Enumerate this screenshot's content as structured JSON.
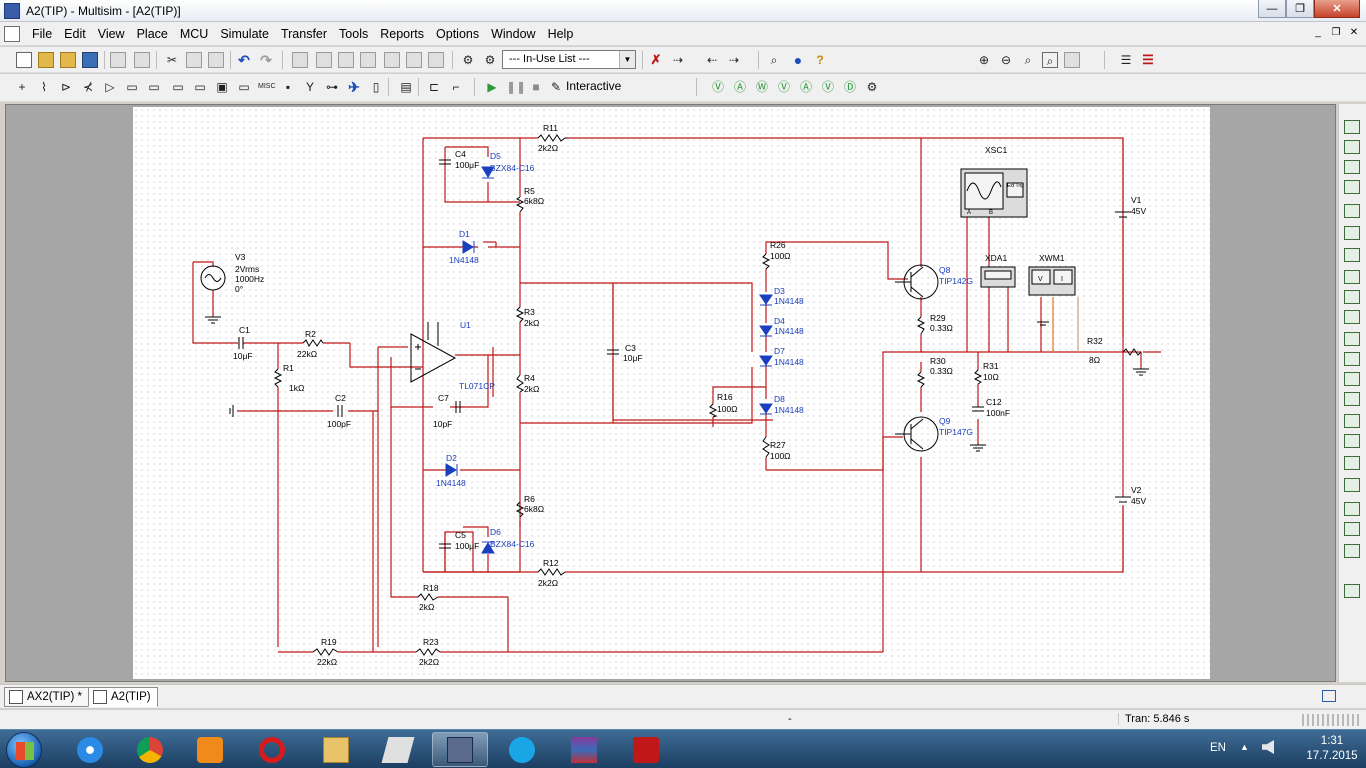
{
  "window": {
    "title": "A2(TIP) - Multisim - [A2(TIP)]",
    "controls": [
      "—",
      "❐",
      "✕"
    ]
  },
  "menu": {
    "items": [
      "File",
      "Edit",
      "View",
      "Place",
      "MCU",
      "Simulate",
      "Transfer",
      "Tools",
      "Reports",
      "Options",
      "Window",
      "Help"
    ],
    "doc_controls": [
      "_",
      "❐",
      "✕"
    ]
  },
  "toolbar": {
    "inuse_list": "--- In-Use List ---",
    "interactive_label": "Interactive"
  },
  "schematic": {
    "labels": {
      "r11": "R11",
      "r11_val": "2k2Ω",
      "c4": "C4",
      "c4_val": "100μF",
      "d5": "D5",
      "d5_val": "BZX84-C16",
      "r5": "R5",
      "r5_val": "6k8Ω",
      "d1": "D1",
      "d1_val": "1N4148",
      "v3": "V3",
      "v3_val1": "2Vrms",
      "v3_val2": "1000Hz",
      "v3_val3": "0°",
      "c1": "C1",
      "c1_val": "10μF",
      "r2": "R2",
      "r2_val": "22kΩ",
      "u1": "U1",
      "u1_val": "TL071CP",
      "r1": "R1",
      "r1_val": "1kΩ",
      "c2": "C2",
      "c2_val": "100pF",
      "c7": "C7",
      "c7_val": "10pF",
      "r3": "R3",
      "r3_val": "2kΩ",
      "r4": "R4",
      "r4_val": "2kΩ",
      "c3": "C3",
      "c3_val": "10μF",
      "d2": "D2",
      "d2_val": "1N4148",
      "r6": "R6",
      "r6_val": "6k8Ω",
      "c5": "C5",
      "c5_val": "100μF",
      "d6": "D6",
      "d6_val": "BZX84-C16",
      "r12": "R12",
      "r12_val": "2k2Ω",
      "r18": "R18",
      "r18_val": "2kΩ",
      "r19": "R19",
      "r19_val": "22kΩ",
      "r23": "R23",
      "r23_val": "2k2Ω",
      "r26": "R26",
      "r26_val": "100Ω",
      "d3": "D3",
      "d3_val": "1N4148",
      "d4": "D4",
      "d4_val": "1N4148",
      "d7": "D7",
      "d7_val": "1N4148",
      "r16": "R16",
      "r16_val": "100Ω",
      "d8": "D8",
      "d8_val": "1N4148",
      "r27": "R27",
      "r27_val": "100Ω",
      "q8": "Q8",
      "q8_val": "TIP142G",
      "r29": "R29",
      "r29_val": "0.33Ω",
      "r30": "R30",
      "r30_val": "0.33Ω",
      "q9": "Q9",
      "q9_val": "TIP147G",
      "r31": "R31",
      "r31_val": "10Ω",
      "c12": "C12",
      "c12_val": "100nF",
      "xsc1": "XSC1",
      "xda1": "XDA1",
      "xwm1": "XWM1",
      "v1": "V1",
      "v1_val": "45V",
      "v2": "V2",
      "v2_val": "45V",
      "r32": "R32",
      "r32_val": "8Ω",
      "scope_a": "A",
      "scope_b": "B",
      "scope_ext": "Ext Trig",
      "wm_v": "V",
      "wm_i": "I"
    }
  },
  "tabs": [
    {
      "label": "AX2(TIP) *"
    },
    {
      "label": "A2(TIP)"
    }
  ],
  "status": {
    "center": "-",
    "tran": "Tran: 5.846 s"
  },
  "taskbar": {
    "lang": "EN",
    "time": "1:31",
    "date": "17.7.2015"
  }
}
